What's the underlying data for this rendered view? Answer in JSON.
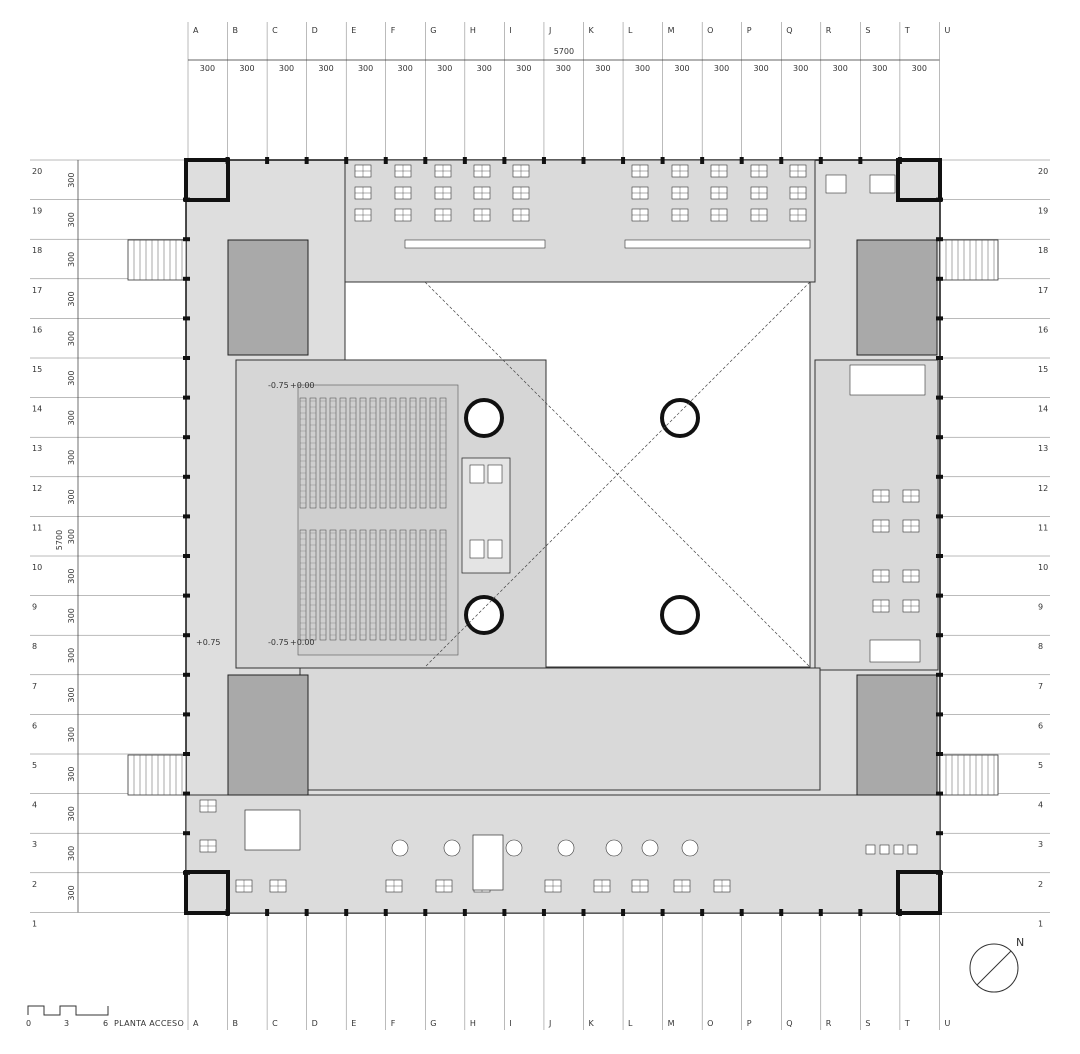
{
  "plan_title": "PLANTA ACCESO",
  "columns": [
    "A",
    "B",
    "C",
    "D",
    "E",
    "F",
    "G",
    "H",
    "I",
    "J",
    "K",
    "L",
    "M",
    "O",
    "P",
    "Q",
    "R",
    "S",
    "T",
    "U"
  ],
  "rows": [
    "20",
    "19",
    "18",
    "17",
    "16",
    "15",
    "14",
    "13",
    "12",
    "11",
    "10",
    "9",
    "8",
    "7",
    "6",
    "5",
    "4",
    "3",
    "2",
    "1"
  ],
  "bay_dimension": "300",
  "total_dimension": "5700",
  "levels": [
    "+0.75",
    "+0.00",
    "-0.75"
  ],
  "scale_bar": {
    "labels": [
      "0",
      "3",
      "6"
    ]
  },
  "north_label": "N",
  "colors": {
    "fill": "#d9d9d9",
    "fill_dark": "#a9a9a9",
    "line": "#2a2a2a",
    "wall": "#111111",
    "white": "#ffffff"
  }
}
